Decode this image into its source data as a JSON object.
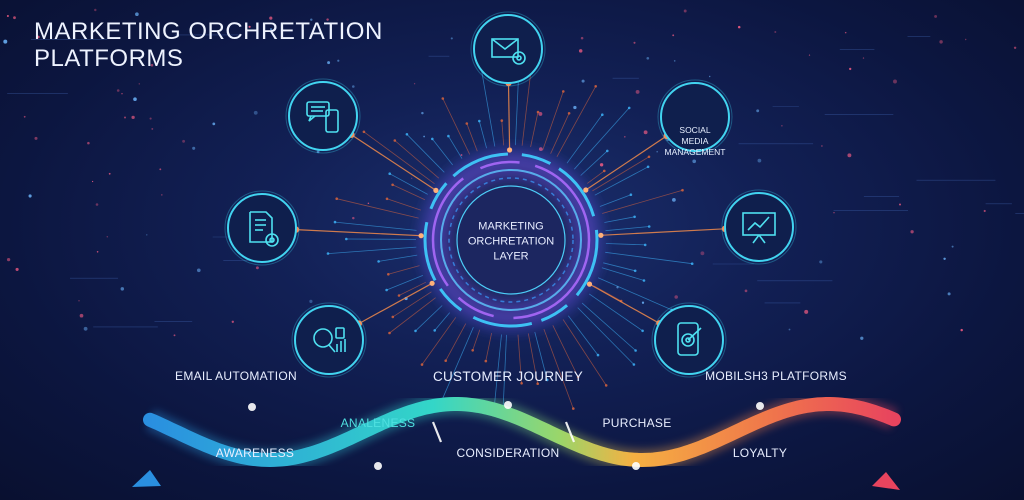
{
  "title": {
    "line1": "MARKETING ORCHRETATION",
    "line2": "PLATFORMS"
  },
  "core": {
    "line1": "MARKETING",
    "line2": "ORCHRETATION",
    "line3": "LAYER"
  },
  "nodes": [
    {
      "id": "email",
      "icon": "envelope-gear-icon"
    },
    {
      "id": "chat",
      "icon": "chat-phone-icon"
    },
    {
      "id": "document",
      "icon": "document-gear-icon"
    },
    {
      "id": "analytics",
      "icon": "magnifier-chart-icon"
    },
    {
      "id": "social",
      "icon": "social-media-text-icon",
      "text": [
        "SOCIAL",
        "MEDIA",
        "MANAGEMENT"
      ]
    },
    {
      "id": "presentation",
      "icon": "presentation-chart-icon"
    },
    {
      "id": "mobile",
      "icon": "mobile-target-icon"
    }
  ],
  "labels": {
    "email_automation": "EMAIL AUTOMATION",
    "customer_journey": "CUSTOMER JOURNEY",
    "mobile_platforms": "MOBILSH3 PLATFORMS"
  },
  "journey": {
    "stages": [
      "AWARENESS",
      "ANALENESS",
      "CONSIDERATION",
      "PURCHASE",
      "LOYALTY"
    ],
    "colors": [
      "#2ea6e8",
      "#33d6c8",
      "#f5b042",
      "#f07a4a",
      "#e8445e"
    ]
  }
}
